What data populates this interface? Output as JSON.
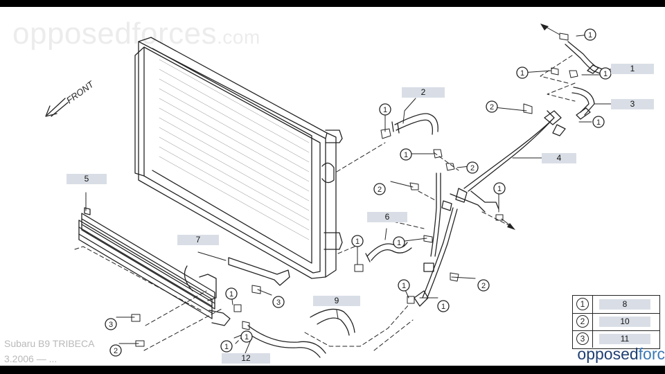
{
  "watermark": {
    "name": "opposedforces",
    "tld": ".com"
  },
  "caption": {
    "line1": "Subaru B9 TRIBECA",
    "line2": "3.2006 — ..."
  },
  "brand": {
    "part1": "opposed",
    "part2": "forc"
  },
  "diagram": {
    "front_label": "FRONT",
    "callouts": [
      "1",
      "2",
      "3",
      "4",
      "5",
      "6",
      "7",
      "9",
      "12"
    ],
    "symbols": [
      "1",
      "2",
      "3"
    ]
  },
  "legend": {
    "rows": [
      {
        "symbol": "1",
        "value": "8"
      },
      {
        "symbol": "2",
        "value": "10"
      },
      {
        "symbol": "3",
        "value": "11"
      }
    ]
  },
  "colors": {
    "line": "#222222",
    "box": "#d9dee6",
    "brand_dark": "#1f3f73",
    "brand_light": "#3b78b6"
  }
}
